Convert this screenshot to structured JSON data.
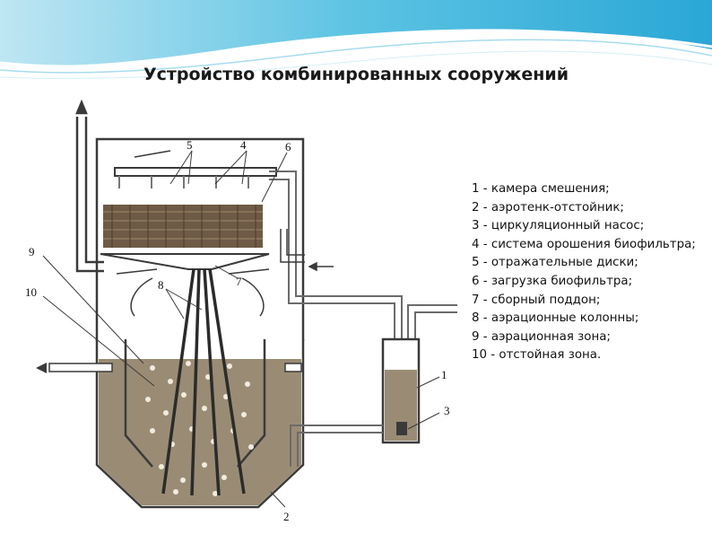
{
  "title": "Устройство комбинированных сооружений",
  "diagram_labels": [
    "1",
    "2",
    "3",
    "4",
    "5",
    "6",
    "7",
    "8",
    "9",
    "10"
  ],
  "legend": [
    "1 - камера смешения;",
    "2 - аэротенк-отстойник;",
    "3 - циркуляционный насос;",
    "4 - система орошения биофильтра;",
    "5 - отражательные диски;",
    "6 - загрузка биофильтра;",
    "7 - сборный поддон;",
    "8 - аэрационные колонны;",
    "9 - аэрационная зона;",
    "10 - отстойная зона."
  ],
  "colors": {
    "banner_blue": "#3fb6dc",
    "wall": "#5a4a3a",
    "liquid": "#9a8c74",
    "media": "#6e5a45"
  }
}
